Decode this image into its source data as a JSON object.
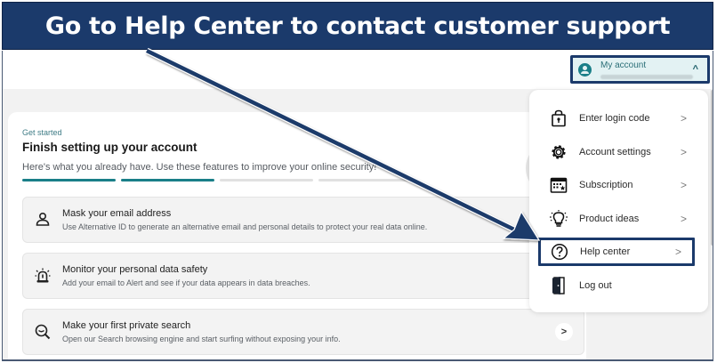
{
  "banner": {
    "text": "Go to Help Center to contact customer support"
  },
  "header": {
    "account": {
      "label": "My account",
      "email": "",
      "chevron": "^"
    }
  },
  "onboarding": {
    "eyebrow": "Get started",
    "title": "Finish setting up your account",
    "subtitle": "Here's what you already have. Use these features to improve your online security!",
    "progress": {
      "total": 4,
      "completed": 2,
      "accent": "#1a7f88"
    },
    "features": [
      {
        "icon": "person-icon",
        "title": "Mask your email address",
        "description": "Use Alternative ID to generate an alternative email and personal details to protect your real data online."
      },
      {
        "icon": "alarm-icon",
        "title": "Monitor your personal data safety",
        "description": "Add your email to Alert and see if your data appears in data breaches."
      },
      {
        "icon": "private-search-icon",
        "title": "Make your first private search",
        "description": "Open our Search browsing engine and start surfing without exposing your info.",
        "chevron": ">"
      }
    ]
  },
  "account_menu": {
    "items": [
      {
        "icon": "lock-icon",
        "label": "Enter login code",
        "chevron": ">"
      },
      {
        "icon": "gear-icon",
        "label": "Account settings",
        "chevron": ">"
      },
      {
        "icon": "calendar-star-icon",
        "label": "Subscription",
        "chevron": ">"
      },
      {
        "icon": "lightbulb-icon",
        "label": "Product ideas",
        "chevron": ">"
      },
      {
        "icon": "question-circle-icon",
        "label": "Help center",
        "chevron": ">",
        "highlighted": true
      },
      {
        "icon": "door-exit-icon",
        "label": "Log out"
      }
    ]
  },
  "colors": {
    "banner": "#1b3a6b",
    "accent": "#1a7f88",
    "account_bg": "#e3f2f3"
  }
}
